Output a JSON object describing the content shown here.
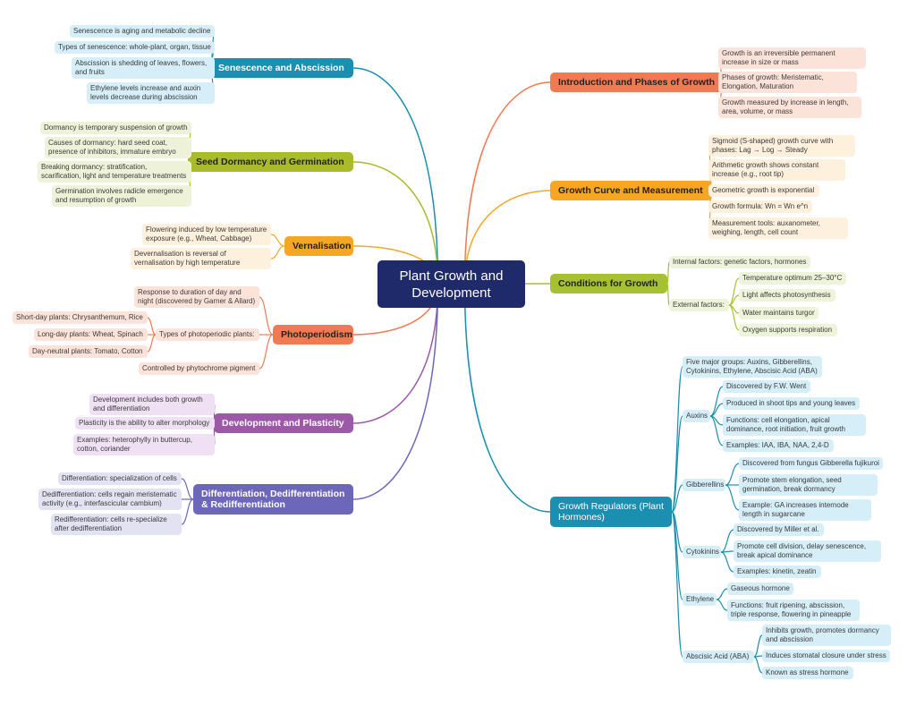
{
  "title": "Plant Growth and Development",
  "colors": {
    "teal": "#1a8fb0",
    "olive": "#a9bb2b",
    "orange": "#f5a623",
    "coral": "#f27a52",
    "purple": "#9b59a8",
    "indigo": "#6c67b8",
    "green": "#a6c033",
    "center": "#1f2a6b"
  },
  "senescence": {
    "label": "Senescence and Abscission",
    "items": [
      "Senescence is aging and metabolic decline",
      "Types of senescence: whole-plant, organ, tissue",
      "Abscission is shedding of leaves, flowers, and fruits",
      "Ethylene levels increase and auxin levels decrease during abscission"
    ]
  },
  "dormancy": {
    "label": "Seed Dormancy and Germination",
    "items": [
      "Dormancy is temporary suspension of growth",
      "Causes of dormancy: hard seed coat, presence of inhibitors, immature embryo",
      "Breaking dormancy: stratification, scarification, light and temperature treatments",
      "Germination involves radicle emergence and resumption of growth"
    ]
  },
  "vernalisation": {
    "label": "Vernalisation",
    "items": [
      "Flowering induced by low temperature exposure (e.g., Wheat, Cabbage)",
      "Devernalisation is reversal of vernalisation by high temperature"
    ]
  },
  "photoperiodism": {
    "label": "Photoperiodism",
    "items": [
      "Response to duration of day and night (discovered by Garner & Allard)",
      "Types of photoperiodic plants:",
      "Controlled by phytochrome pigment"
    ],
    "types": [
      "Short-day plants: Chrysanthemum, Rice",
      "Long-day plants: Wheat, Spinach",
      "Day-neutral plants: Tomato, Cotton"
    ]
  },
  "development": {
    "label": "Development and Plasticity",
    "items": [
      "Development includes both growth and differentiation",
      "Plasticity is the ability to alter morphology",
      "Examples: heterophylly in buttercup, cotton, coriander"
    ]
  },
  "differentiation": {
    "label": "Differentiation, Dedifferentiation & Redifferentiation",
    "items": [
      "Differentiation: specialization of cells",
      "Dedifferentiation: cells regain meristematic activity (e.g., interfascicular cambium)",
      "Redifferentiation: cells re-specialize after dedifferentiation"
    ]
  },
  "intro": {
    "label": "Introduction and Phases of Growth",
    "items": [
      "Growth is an irreversible permanent increase in size or mass",
      "Phases of growth: Meristematic, Elongation, Maturation",
      "Growth measured by increase in length, area, volume, or mass"
    ]
  },
  "curve": {
    "label": "Growth Curve and Measurement",
    "items": [
      "Sigmoid (S-shaped) growth curve with phases: Lag → Log → Steady",
      "Arithmetic growth shows constant increase (e.g., root tip)",
      "Geometric growth is exponential",
      "Growth formula: Wn = Wn e^n",
      "Measurement tools: auxanometer, weighing, length, cell count"
    ]
  },
  "conditions": {
    "label": "Conditions for Growth",
    "internal": "Internal factors: genetic factors, hormones",
    "external": "External factors:",
    "external_items": [
      "Temperature optimum 25–30°C",
      "Light affects photosynthesis",
      "Water maintains turgor",
      "Oxygen supports respiration"
    ]
  },
  "regulators": {
    "label": "Growth Regulators (Plant Hormones)",
    "summary": "Five major groups: Auxins, Gibberellins, Cytokinins, Ethylene, Abscisic Acid (ABA)",
    "groups": [
      {
        "name": "Auxins",
        "items": [
          "Discovered by F.W. Went",
          "Produced in shoot tips and young leaves",
          "Functions: cell elongation, apical dominance, root initiation, fruit growth",
          "Examples: IAA, IBA, NAA, 2,4-D"
        ]
      },
      {
        "name": "Gibberellins",
        "items": [
          "Discovered from fungus Gibberella fujikuroi",
          "Promote stem elongation, seed germination, break dormancy",
          "Example: GA increases internode length in sugarcane"
        ]
      },
      {
        "name": "Cytokinins",
        "items": [
          "Discovered by Miller et al.",
          "Promote cell division, delay senescence, break apical dominance",
          "Examples: kinetin, zeatin"
        ]
      },
      {
        "name": "Ethylene",
        "items": [
          "Gaseous hormone",
          "Functions: fruit ripening, abscission, triple response, flowering in pineapple"
        ]
      },
      {
        "name": "Abscisic Acid (ABA)",
        "items": [
          "Inhibits growth, promotes dormancy and abscission",
          "Induces stomatal closure under stress",
          "Known as stress hormone"
        ]
      }
    ]
  }
}
